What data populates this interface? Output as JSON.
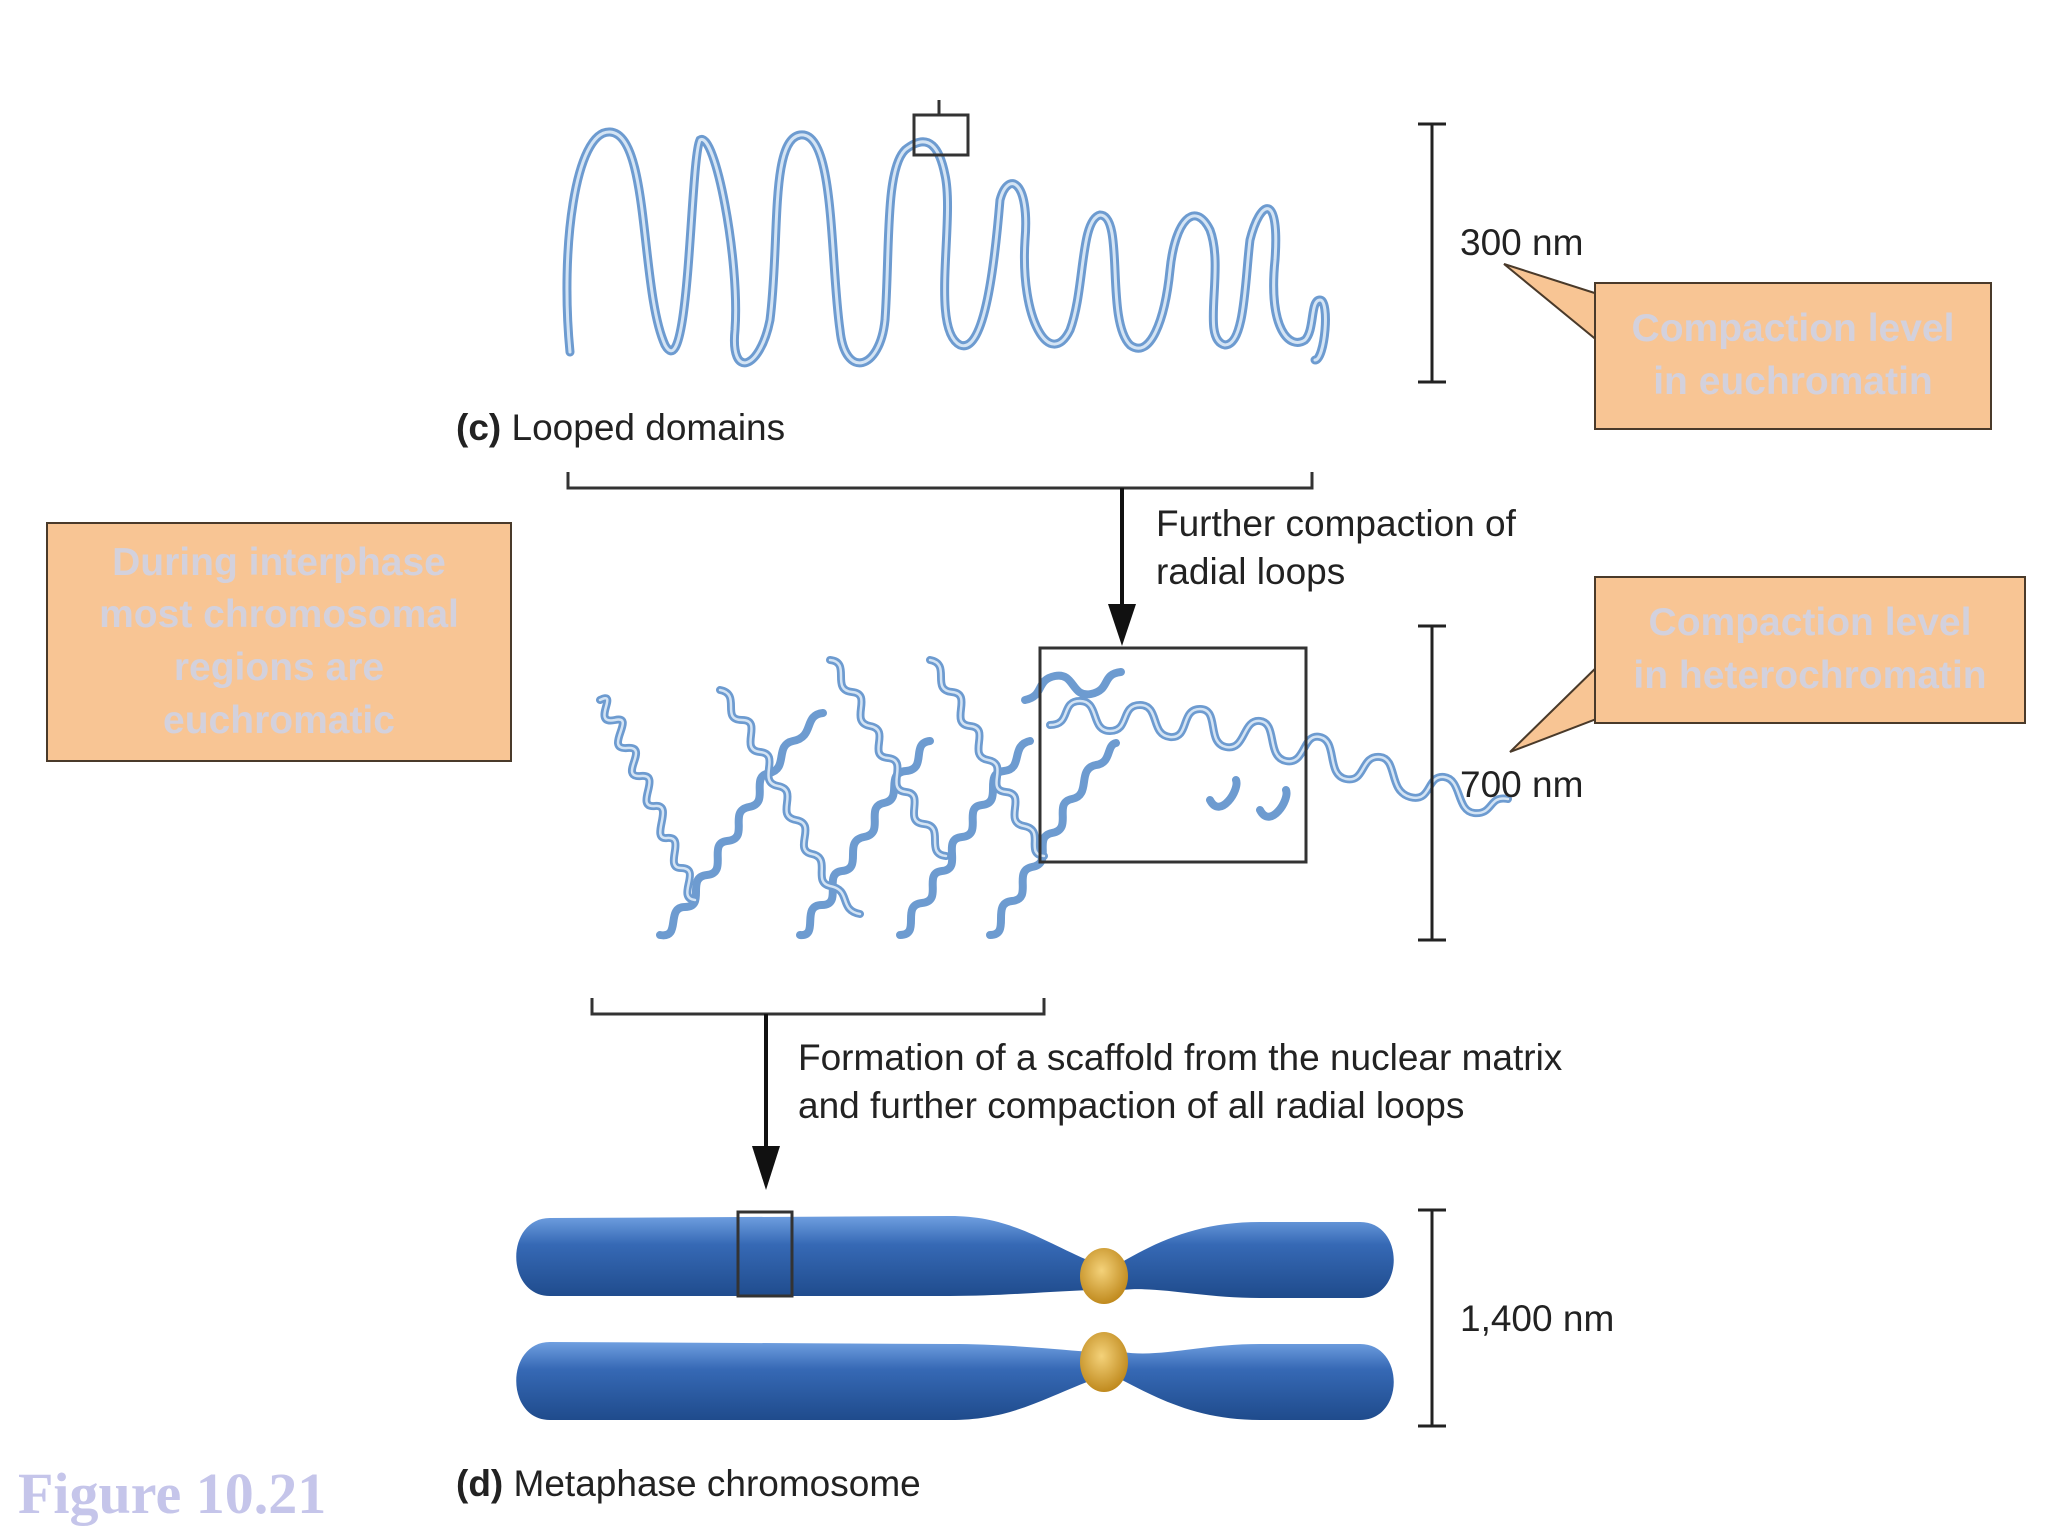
{
  "panel_c": {
    "letter": "(c)",
    "title": "Looped domains"
  },
  "panel_d": {
    "letter": "(d)",
    "title": "Metaphase chromosome"
  },
  "arrow_1_text": {
    "line1": "Further compaction of",
    "line2": "radial loops"
  },
  "arrow_2_text": {
    "line1": "Formation of a scaffold from the nuclear matrix",
    "line2": "and further compaction of all radial loops"
  },
  "scales": {
    "top": "300 nm",
    "middle": "700 nm",
    "bottom": "1,400 nm"
  },
  "callouts": {
    "euchromatin": {
      "line1": "Compaction level",
      "line2": "in euchromatin"
    },
    "heterochromatin": {
      "line1": "Compaction level",
      "line2": "in heterochromatin"
    },
    "interphase": {
      "line1": "During interphase",
      "line2": "most chromosomal",
      "line3": "regions are",
      "line4": "euchromatic"
    }
  },
  "figure_label": "Figure 10.21",
  "colors": {
    "fiber": "#6d9bd0",
    "fiber_light": "#d4e4f4",
    "chromosome": "#2f62a8",
    "centromere": "#d9a02a",
    "callout": "#f8c594"
  }
}
